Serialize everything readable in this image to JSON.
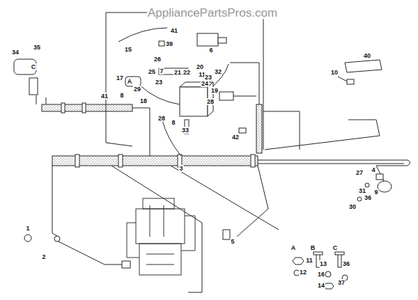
{
  "diagram": {
    "labels": [
      "AppliancePartsPros.com",
      "41",
      "39",
      "15",
      "26",
      "6",
      "40",
      "17",
      "A",
      "29",
      "41",
      "8",
      "7",
      "25",
      "21",
      "22",
      "20",
      "11",
      "23",
      "32",
      "23",
      "24",
      "18",
      "28",
      "28",
      "8",
      "33",
      "10",
      "34",
      "35",
      "C",
      "19",
      "42",
      "3",
      "27",
      "4",
      "9",
      "31",
      "36",
      "30",
      "1",
      "2",
      "5",
      "A",
      "B",
      "C",
      "11",
      "13",
      "36",
      "12",
      "16",
      "14",
      "37"
    ]
  }
}
